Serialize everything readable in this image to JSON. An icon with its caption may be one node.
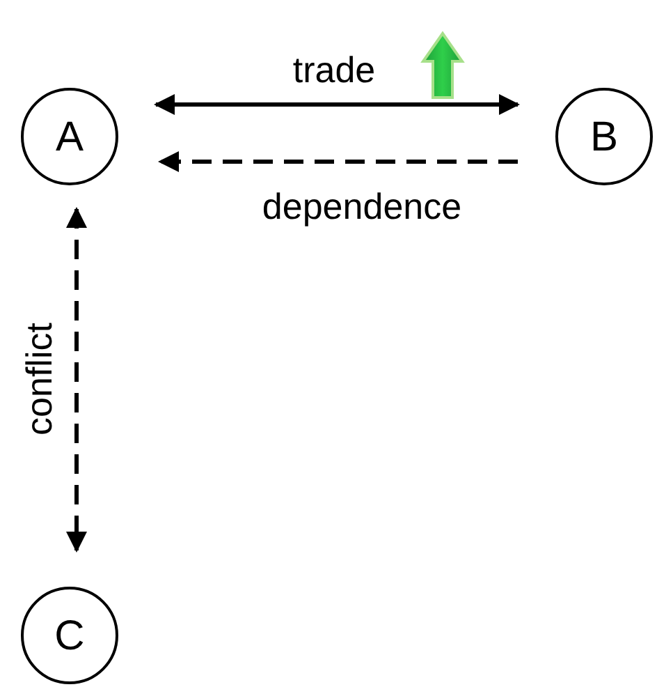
{
  "diagram": {
    "nodes": [
      {
        "text": [
          "A"
        ]
      },
      {
        "text": [
          "B"
        ]
      },
      {
        "text": [
          "C"
        ]
      }
    ],
    "edges": [
      {
        "from": 0,
        "to": 1,
        "arrow": "both",
        "label": "trade"
      },
      {
        "from": 1,
        "to": 0,
        "arrow": "to",
        "label": "dependence",
        "style": "dashed"
      },
      {
        "from": 0,
        "to": 2,
        "arrow": "both",
        "label": "conflict",
        "style": "dashed"
      }
    ]
  }
}
